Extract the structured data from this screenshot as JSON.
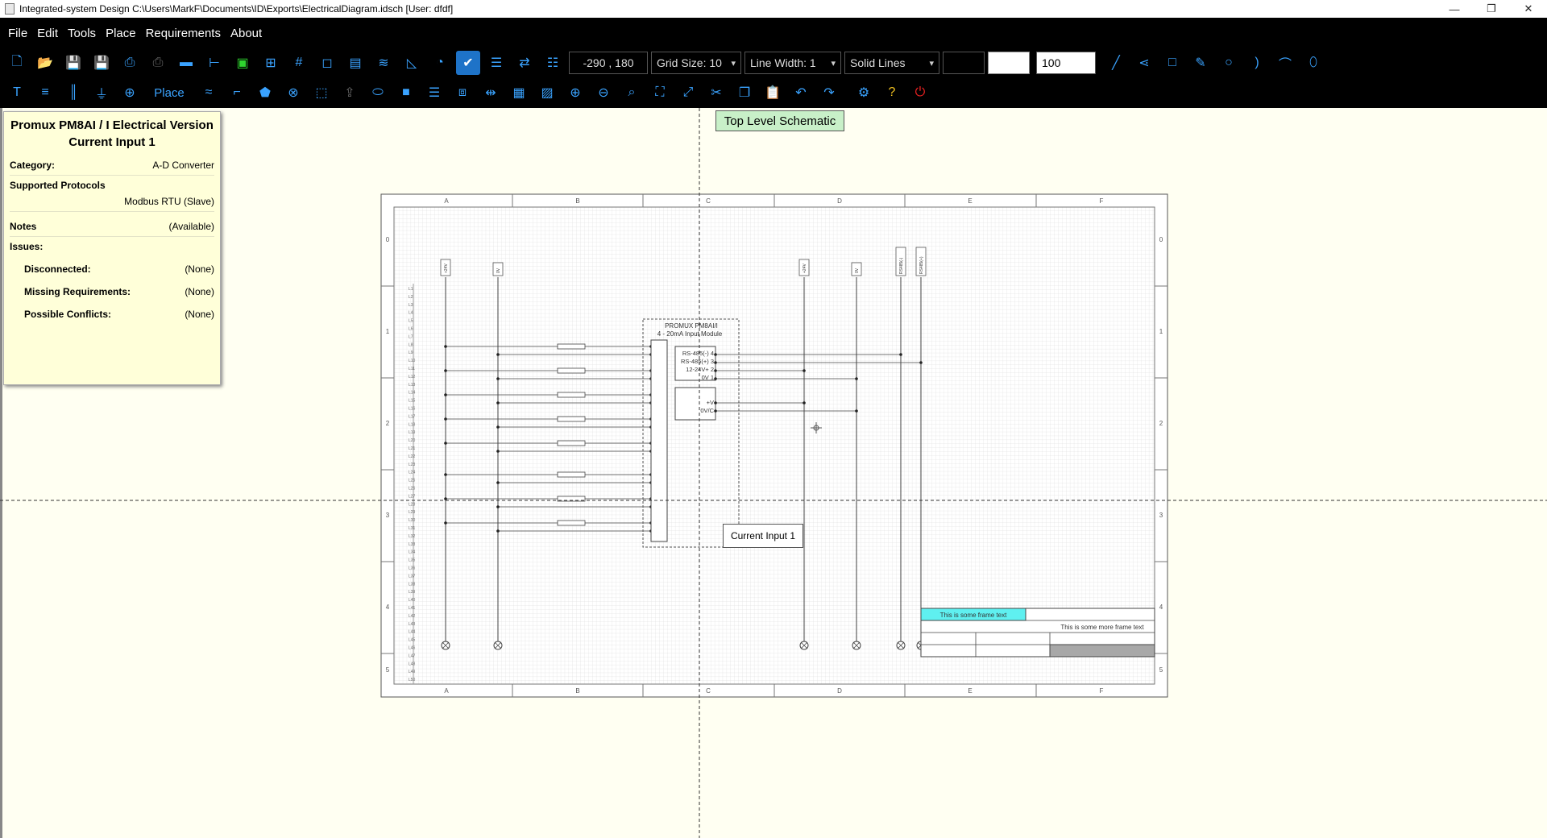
{
  "window": {
    "title": "Integrated-system Design C:\\Users\\MarkF\\Documents\\ID\\Exports\\ElectricalDiagram.idsch [User: dfdf]",
    "minimize": "—",
    "maximize": "❐",
    "close": "✕"
  },
  "menu": [
    "File",
    "Edit",
    "Tools",
    "Place",
    "Requirements",
    "About"
  ],
  "toolbar1": {
    "coords": "-290 ,  180",
    "grid_size": "Grid Size: 10",
    "line_width": "Line Width: 1",
    "line_style": "Solid Lines",
    "zoom_value": "100"
  },
  "toolbar2": {
    "place_label": "Place"
  },
  "info_panel": {
    "title": "Promux PM8AI / I Electrical Version Current Input 1",
    "category_label": "Category:",
    "category_value": "A-D Converter",
    "protocols_label": "Supported Protocols",
    "protocols_value": "Modbus RTU (Slave)",
    "notes_label": "Notes",
    "notes_value": "(Available)",
    "issues_label": "Issues:",
    "disconnected_label": "Disconnected:",
    "disconnected_value": "(None)",
    "missing_label": "Missing Requirements:",
    "missing_value": "(None)",
    "conflicts_label": "Possible Conflicts:",
    "conflicts_value": "(None)"
  },
  "schematic": {
    "top_label": "Top Level Schematic",
    "callout": "Current Input 1",
    "module_title": "PROMUX PM8AI/I",
    "module_subtitle": "4 - 20mA Input Module",
    "columns": [
      "A",
      "B",
      "C",
      "D",
      "E",
      "F"
    ],
    "rows": [
      "0",
      "1",
      "2",
      "3",
      "4",
      "5"
    ],
    "frame_text_1": "This is some frame text",
    "frame_text_2": "This is some more frame text",
    "port_labels": [
      "RS-485(-) 4",
      "RS-485(+) 3",
      "12-24V+ 2",
      "0V 1"
    ],
    "power_labels": [
      "+V",
      "0V/C"
    ],
    "rail_tags": [
      "+24V",
      "0V",
      "+24V",
      "0V",
      "RS485(-)",
      "RS485(+)"
    ]
  },
  "colors": {
    "accent": "#3aa3ff",
    "selected": "#1e73c8",
    "canvas": "#fffff2",
    "panel": "#ffffd9",
    "frame_cyan": "#5ff0f0",
    "top_label_bg": "#c8f0c8"
  }
}
